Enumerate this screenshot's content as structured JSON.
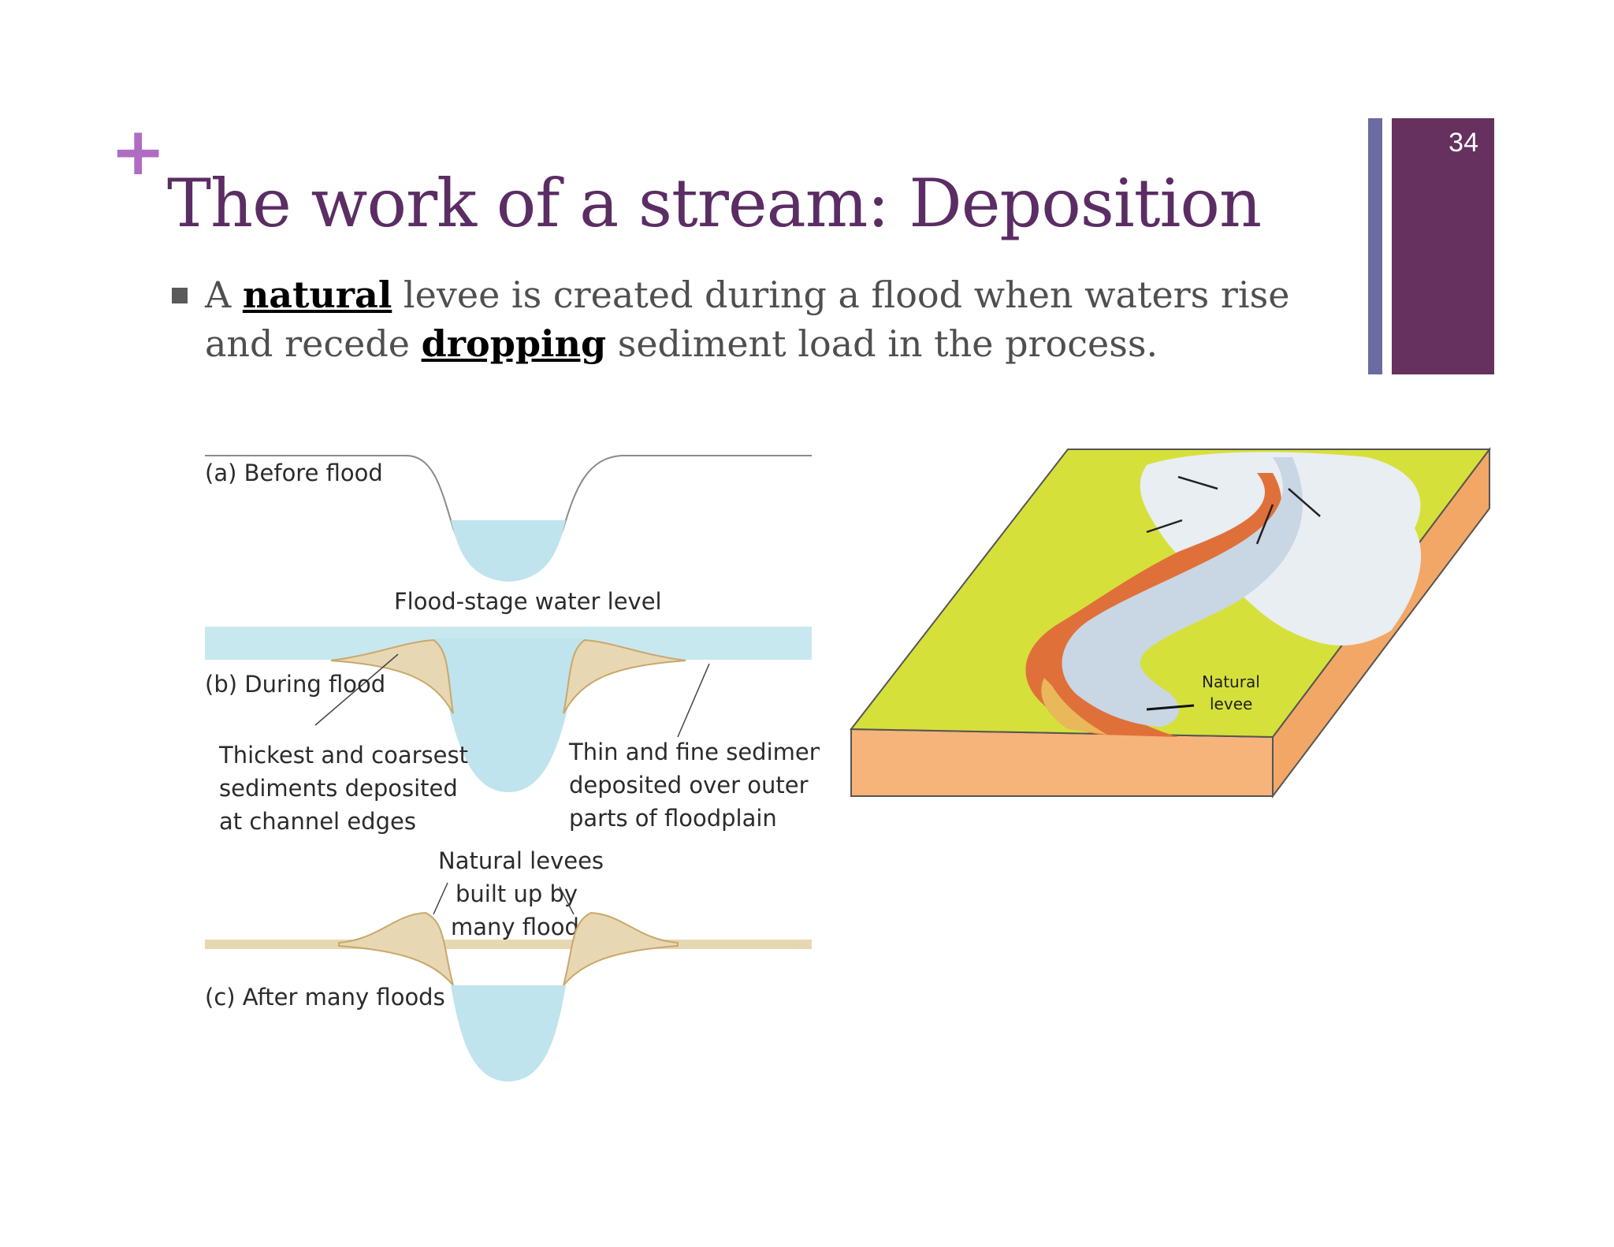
{
  "slide": {
    "plus": "+",
    "title": "The work of a stream: Deposition",
    "number": "34"
  },
  "bullet": {
    "parts": [
      "A ",
      "natural",
      " levee is created during a flood when waters rise and recede ",
      "dropping",
      " sediment load in the process."
    ]
  },
  "cross_sections": {
    "a": "(a) Before flood",
    "flood_level": "Flood-stage water level",
    "b": "(b) During flood",
    "thick": [
      "Thickest and coarsest",
      "sediments deposited",
      "at channel edges"
    ],
    "thin": [
      "Thin and fine sediments",
      "deposited over outer",
      "parts of floodplain"
    ],
    "levees": [
      "Natural levees",
      "built up by",
      "many floods"
    ],
    "c": "(c) After many floods"
  },
  "block_diagram": {
    "label": [
      "Natural",
      "levee"
    ]
  },
  "colors": {
    "title": "#5b2d64",
    "accent_plus": "#b06cc2",
    "bar_thin": "#6b6aa2",
    "bar_thick": "#66305f",
    "water": "#bfe4ee",
    "sediment": "#e8d7b3",
    "floodplain": "#d6e03a",
    "block_side": "#f6b37a",
    "levee": "#e0703a"
  }
}
